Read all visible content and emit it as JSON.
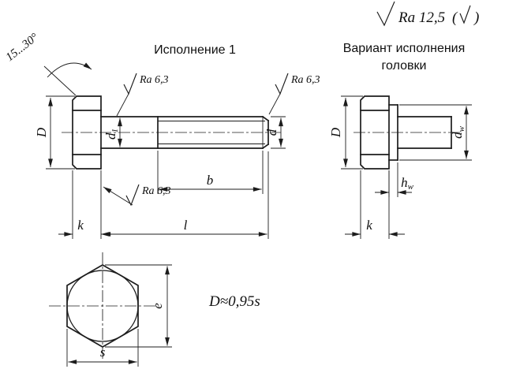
{
  "corner_mark": {
    "ra_value": "Ra 12,5",
    "paren_open": "(",
    "paren_close": ")"
  },
  "titles": {
    "execution": "Исполнение 1",
    "variant_line1": "Вариант исполнения",
    "variant_line2": "головки"
  },
  "annotations": {
    "chamfer_angle": "15...30°",
    "formula": "D≈0,95s",
    "ra_callout_1": "Ra 6,3",
    "ra_callout_2": "Ra 6,3",
    "ra_callout_3": "Ra 6,3"
  },
  "dims": {
    "D_main": "D",
    "d1_base": "d",
    "d1_sub": "1",
    "d": "d",
    "b": "b",
    "k_main": "k",
    "l": "l",
    "D_variant": "D",
    "dw_base": "d",
    "dw_sub": "w",
    "hw_base": "h",
    "hw_sub": "w",
    "k_variant": "k",
    "e": "e",
    "s": "s"
  }
}
